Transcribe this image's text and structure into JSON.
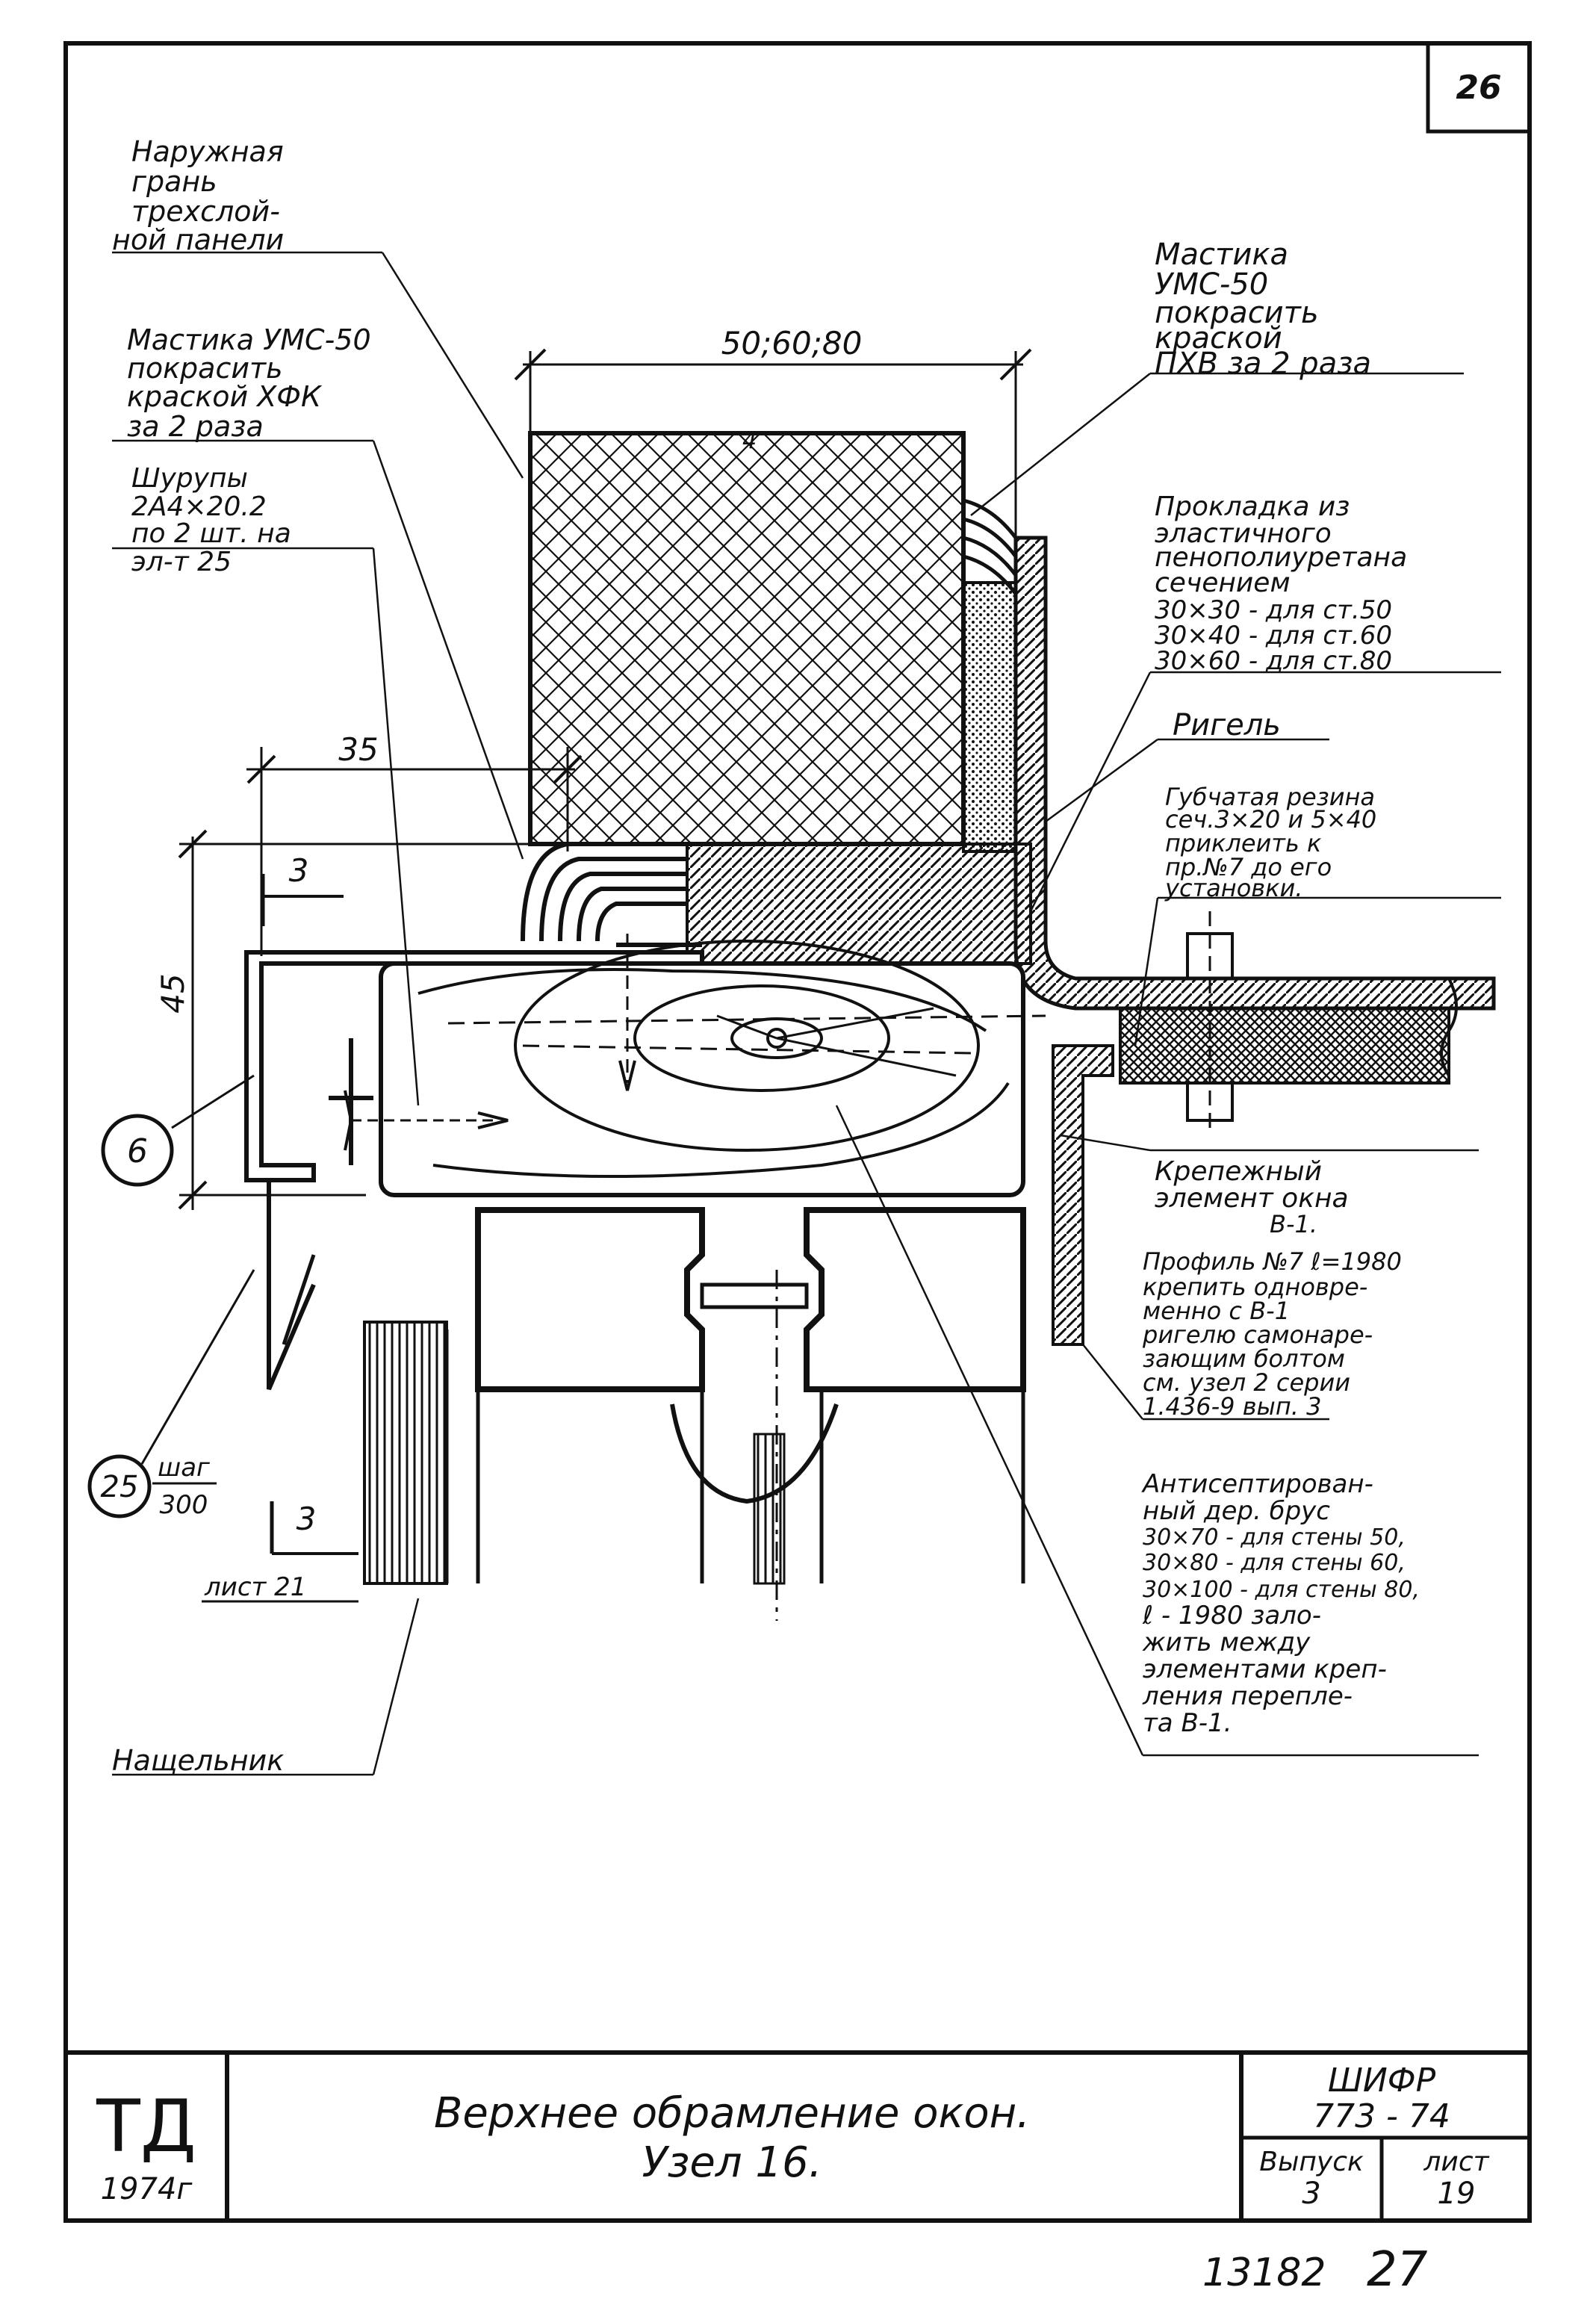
{
  "sheet": {
    "page_number": "26",
    "footer_number": "13182",
    "footer_page": "27"
  },
  "labels": {
    "outer_face": [
      "Наружная",
      "грань",
      "трехслой-",
      "ной панели"
    ],
    "mastic_left": [
      "Мастика УМС-50",
      "покрасить",
      "краской ХФК",
      "за 2 раза"
    ],
    "screws": [
      "Шурупы",
      "2А4×20.2",
      "по 2 шт. на",
      "эл-т 25"
    ],
    "mastic_right": [
      "Мастика",
      "УМС-50",
      "покрасить",
      "краской",
      "ПХВ за 2 раза"
    ],
    "gasket": [
      "Прокладка из",
      "эластичного",
      "пенополиуретана",
      "сечением",
      "30×30 - для ст.50",
      "30×40 - для ст.60",
      "30×60 - для ст.80"
    ],
    "rigel": [
      "Ригель"
    ],
    "rubber": [
      "Губчатая резина",
      "сеч.3×20 и 5×40",
      "приклеить к",
      "пр.№7 до его",
      "установки."
    ],
    "fastener": [
      "Крепежный",
      "элемент окна",
      "В-1."
    ],
    "profile": [
      "Профиль №7 ℓ=1980",
      "крепить одновре-",
      "менно с В-1",
      "ригелю самонаре-",
      "зающим болтом",
      "см. узел 2 серии",
      "1.436-9 вып. 3"
    ],
    "bar": [
      "Антисептирован-",
      "ный дер. брус",
      "30×70 - для стены 50,",
      "30×80 - для стены 60,",
      "30×100 - для стены 80,",
      "ℓ - 1980 зало-",
      "жить между",
      "элементами креп-",
      "ления перепле-",
      "та В-1."
    ],
    "sill": [
      "Нащельник"
    ]
  },
  "dimensions": {
    "top": "50;60;80",
    "d35": "35",
    "d45": "45",
    "small_mark": "4"
  },
  "markers": {
    "section_label": "3",
    "section_label_bottom": "3",
    "sheet_ref": "лист 21",
    "callout_6": "6",
    "callout_25": "25",
    "callout_25_step": "шаг",
    "callout_25_value": "300"
  },
  "title_block": {
    "org": "ТД",
    "year": "1974г",
    "title_line1": "Верхнее обрамление окон.",
    "title_line2": "Узел 16.",
    "code_line1": "ШИФР",
    "code_line2": "773 - 74",
    "issue_label": "Выпуск",
    "issue_value": "3",
    "sheet_label": "лист",
    "sheet_value": "19"
  }
}
